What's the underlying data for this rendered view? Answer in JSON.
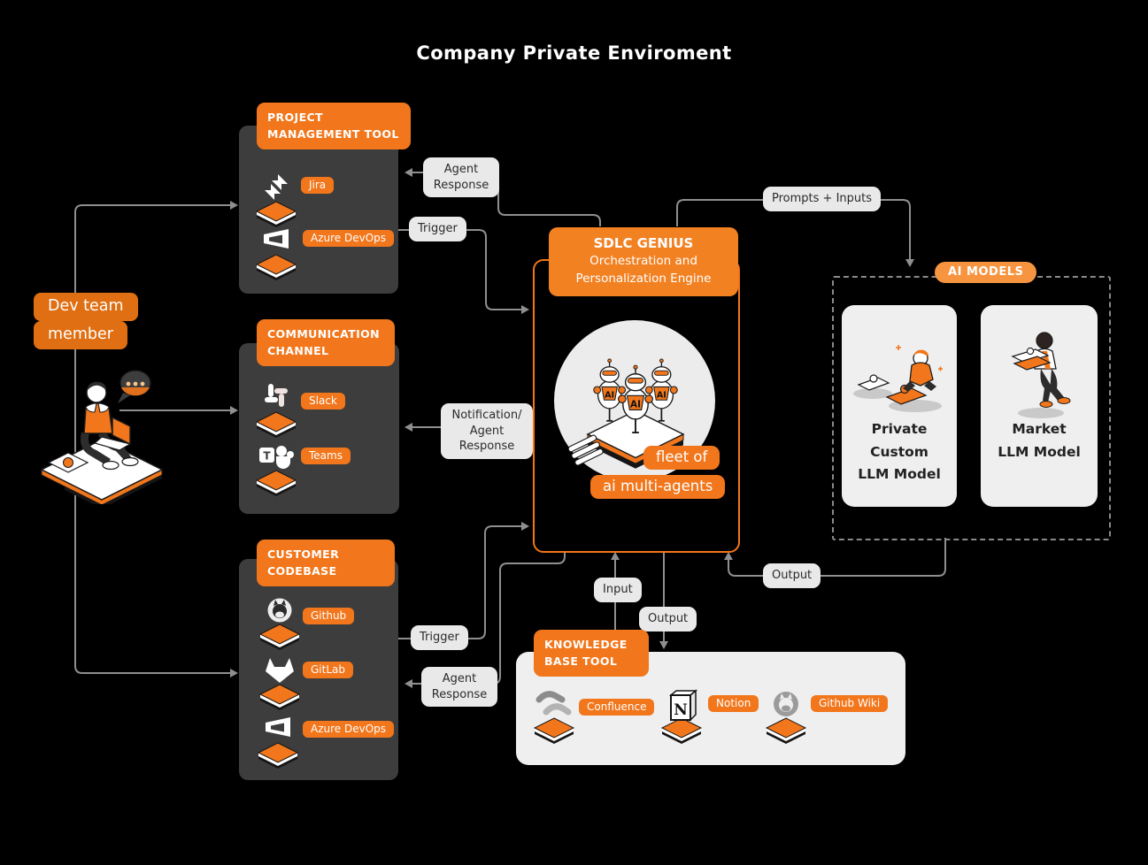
{
  "title": "Company Private Enviroment",
  "colors": {
    "background": "#000000",
    "orange_primary": "#F2761B",
    "orange_deep": "#E06E12",
    "orange_light": "#F79440",
    "dark_box": "#3D3D3D",
    "label_pill_bg": "#E9E9E9",
    "label_pill_text": "#2B2B2B",
    "connector_line": "#8F8F8F",
    "panel_light": "#EFEFEF"
  },
  "dev_member": {
    "line1": "Dev team",
    "line2": "member",
    "icon": "developer-illustration"
  },
  "labels": {
    "agent_response_pmt": "Agent Response",
    "trigger_pmt": "Trigger",
    "notification": "Notification/ Agent Response",
    "trigger_codebase": "Trigger",
    "agent_response_codebase": "Agent Response",
    "prompts_inputs": "Prompts + Inputs",
    "input": "Input",
    "output_to_kb": "Output",
    "output_from_ai": "Output"
  },
  "project_management": {
    "header": "PROJECT MANAGEMENT TOOL",
    "items": [
      {
        "label": "Jira",
        "icon": "jira-icon"
      },
      {
        "label": "Azure DevOps",
        "icon": "azure-devops-icon"
      }
    ]
  },
  "communication": {
    "header": "COMMUNICATION CHANNEL",
    "items": [
      {
        "label": "Slack",
        "icon": "slack-icon"
      },
      {
        "label": "Teams",
        "icon": "teams-icon"
      }
    ]
  },
  "codebase": {
    "header": "CUSTOMER CODEBASE",
    "items": [
      {
        "label": "Github",
        "icon": "github-icon"
      },
      {
        "label": "GitLab",
        "icon": "gitlab-icon"
      },
      {
        "label": "Azure DevOps",
        "icon": "azure-devops-icon"
      }
    ]
  },
  "sdlc": {
    "title": "SDLC GENIUS",
    "subtitle": "Orchestration and Personalization Engine",
    "badge1": "fleet of",
    "badge2": "ai multi-agents",
    "robot_label": "AI",
    "icon": "ai-robot-fleet-illustration"
  },
  "ai_models": {
    "header": "AI MODELS",
    "cards": [
      {
        "line1": "Private Custom",
        "line2": "LLM Model",
        "icon": "puzzle-assembly-illustration"
      },
      {
        "line1": "Market",
        "line2": "LLM Model",
        "icon": "puzzle-carry-illustration"
      }
    ]
  },
  "knowledge_base": {
    "header": "KNOWLEDGE BASE TOOL",
    "items": [
      {
        "label": "Confluence",
        "icon": "confluence-icon"
      },
      {
        "label": "Notion",
        "icon": "notion-icon"
      },
      {
        "label": "Github Wiki",
        "icon": "github-wiki-icon"
      }
    ]
  }
}
